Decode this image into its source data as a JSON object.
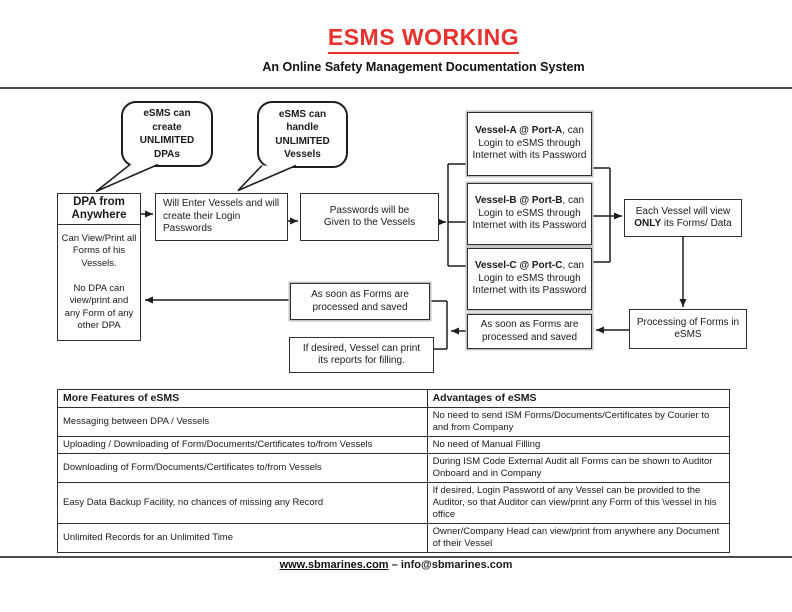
{
  "header": {
    "title": "ESMS WORKING",
    "subtitle": "An Online Safety Management Documentation System"
  },
  "bubbles": {
    "create_dpas": [
      "eSMS can",
      "create",
      "UNLIMITED",
      "DPAs"
    ],
    "handle_vessels": [
      "eSMS can",
      "handle",
      "UNLIMITED",
      "Vessels"
    ]
  },
  "flow": {
    "dpa": {
      "title": "DPA from Anywhere",
      "body": [
        "Can View/Print all Forms of his Vessels.",
        "",
        "No DPA can view/print and any Form of any other DPA"
      ]
    },
    "will_enter": "Will Enter Vessels and will create their Login Passwords",
    "passwords": [
      "Passwords will be",
      "Given to the Vessels"
    ],
    "vessel_a": {
      "bold": "Vessel-A @ Port-A",
      "rest": ", can Login to eSMS through Internet with its Password"
    },
    "vessel_b": {
      "bold": "Vessel-B @ Port-B",
      "rest": ", can Login to eSMS through Internet with its Password"
    },
    "vessel_c": {
      "bold": "Vessel-C @ Port-C",
      "rest": ", can Login to eSMS through Internet with its Password"
    },
    "each_vessel": {
      "line1": "Each Vessel will view",
      "bold": "ONLY",
      "rest": " its Forms/ Data"
    },
    "processing": [
      "Processing of Forms in",
      "eSMS"
    ],
    "as_soon_right": [
      "As soon as Forms are",
      "processed and saved"
    ],
    "as_soon_mid": [
      "As soon as Forms are",
      "processed and saved"
    ],
    "if_desired": [
      "If desired, Vessel can print",
      "its reports for filling."
    ]
  },
  "table": {
    "headers": [
      "More Features of eSMS",
      "Advantages of eSMS"
    ],
    "rows": [
      {
        "feature": "Messaging between DPA / Vessels",
        "advantage": "No need to send ISM Forms/Documents/Certificates by Courier to and from Company"
      },
      {
        "feature": "Uploading / Downloading of Form/Documents/Certificates  to/from Vessels",
        "advantage": "No need of Manual Filling"
      },
      {
        "feature": "Downloading of Form/Documents/Certificates  to/from Vessels",
        "advantage": "During ISM Code External Audit all Forms can be shown to Auditor Onboard and in Company"
      },
      {
        "feature": "Easy Data Backup Facility, no chances of missing any Record",
        "advantage": "If desired, Login Password of any Vessel can be provided to the Auditor, so that Auditor can view/print any Form of this \\vessel  in his office"
      },
      {
        "feature": "Unlimited Records for an Unlimited Time",
        "advantage": "Owner/Company Head can view/print from anywhere any Document of their Vessel"
      }
    ]
  },
  "footer": {
    "link": "www.sbmarines.com",
    "separator_and_email": " – info@sbmarines.com"
  },
  "colors": {
    "title_red": "#e8322d",
    "box_border": "#2f2f2f",
    "halo_gray": "#c3c3c3"
  }
}
